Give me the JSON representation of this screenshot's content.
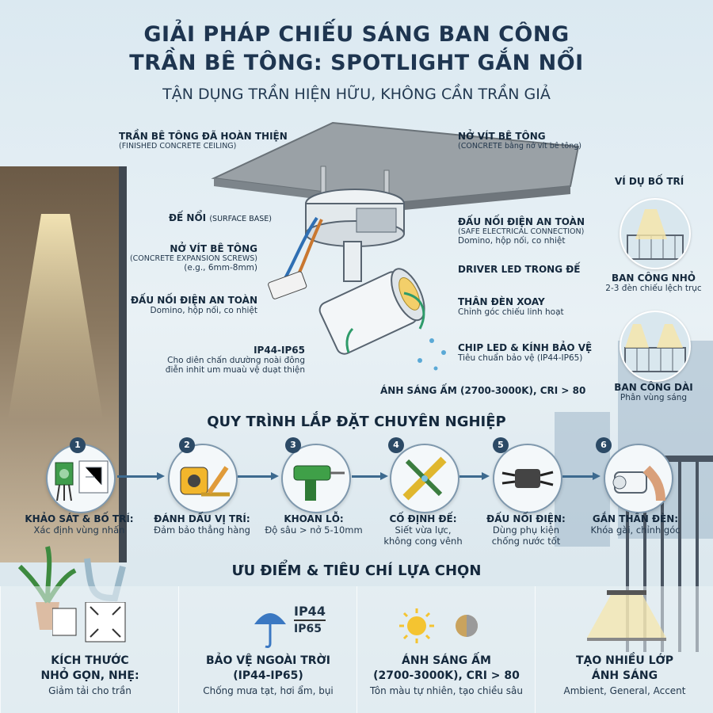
{
  "title_line1": "GIẢI PHÁP CHIẾU SÁNG BAN CÔNG",
  "title_line2": "TRẦN BÊ TÔNG: SPOTLIGHT GẮN NỔI",
  "subtitle": "TẬN DỤNG TRẦN HIỆN HỮU, KHÔNG CẦN TRẦN GIẢ",
  "diagram": {
    "ceiling": {
      "label": "TRẦN BÊ TÔNG ĐÃ HOÀN THIỆN",
      "en": "(FINISHED CONCRETE CEILING)"
    },
    "anchor_top": {
      "label": "NỞ VÍT BÊ TÔNG",
      "en": "(CONCRETE bằng nở vít bê tông)"
    },
    "base": {
      "label": "ĐẾ NỔI",
      "en": "(SURFACE BASE)"
    },
    "connection_right": {
      "label": "ĐẤU NỐI ĐIỆN AN TOÀN",
      "en": "(SAFE ELECTRICAL CONNECTION)",
      "desc": "Domino, hộp nối, co nhiệt"
    },
    "anchor_left": {
      "label": "NỞ VÍT BÊ TÔNG",
      "en": "(CONCRETE EXPANSION SCREWS)",
      "desc": "(e.g., 6mm-8mm)"
    },
    "driver": {
      "label": "DRIVER LED TRONG ĐẾ"
    },
    "connection_left": {
      "label": "ĐẤU NỐI ĐIỆN AN TOÀN",
      "desc": "Domino, hộp nối, co nhiệt"
    },
    "body": {
      "label": "THÂN ĐÈN XOAY",
      "desc": "Chỉnh góc chiếu linh hoạt"
    },
    "ip": {
      "label": "IP44-IP65",
      "desc1": "Cho diên chấn dưường noài đông",
      "desc2": "điễn inhit um muaù vệ duạt thiện"
    },
    "chip": {
      "label": "CHIP LED & KÍNH BẢO VỆ",
      "desc": "Tiêu chuẩn bảo vệ (IP44-IP65)"
    },
    "light": {
      "label": "ÁNH SÁNG ẤM (2700-3000K), CRI > 80"
    }
  },
  "examples": {
    "title": "VÍ DỤ BỐ TRÍ",
    "items": [
      {
        "label": "BAN CÔNG NHỎ",
        "desc": "2-3 đèn chiếu lệch trục"
      },
      {
        "label": "BAN CÔNG DÀI",
        "desc": "Phân vùng sáng"
      }
    ]
  },
  "process": {
    "title": "QUY TRÌNH LẮP ĐẶT CHUYÊN NGHIỆP",
    "steps": [
      {
        "num": "1",
        "label": "KHẢO SÁT & BỐ TRÍ:",
        "desc": "Xác định vùng nhấn",
        "desc2": ""
      },
      {
        "num": "2",
        "label": "ĐÁNH DẤU VỊ TRÍ:",
        "desc": "Đảm bảo thẳng hàng",
        "desc2": ""
      },
      {
        "num": "3",
        "label": "KHOAN LỖ:",
        "desc": "Độ sâu > nở 5-10mm",
        "desc2": ""
      },
      {
        "num": "4",
        "label": "CỐ ĐỊNH ĐẾ:",
        "desc": "Siết vừa lực,",
        "desc2": "không cong vênh"
      },
      {
        "num": "5",
        "label": "ĐẤU NỐI ĐIỆN:",
        "desc": "Dùng phụ kiện",
        "desc2": "chống nước tốt"
      },
      {
        "num": "6",
        "label": "GẮN THÂN ĐÈN:",
        "desc": "Khóa gài, chỉnh góc",
        "desc2": ""
      }
    ]
  },
  "advantages": {
    "title": "ƯU ĐIỂM & TIÊU CHÍ LỰA CHỌN",
    "ip_top": "IP44",
    "ip_bottom": "IP65",
    "items": [
      {
        "label1": "KÍCH THƯỚC",
        "label2": "NHỎ GỌN, NHẸ:",
        "desc": "Giảm tải cho trần"
      },
      {
        "label1": "BẢO VỆ NGOÀI TRỜI",
        "label2": "(IP44-IP65)",
        "desc": "Chống mưa tạt, hơi ẩm, bụi"
      },
      {
        "label1": "ÁNH SÁNG ẤM",
        "label2": "(2700-3000K), CRI > 80",
        "desc": "Tôn màu tự nhiên, tạo chiều sâu"
      },
      {
        "label1": "TẠO NHIỀU LỚP",
        "label2": "ÁNH SÁNG",
        "desc": "Ambient, General, Accent"
      }
    ]
  }
}
